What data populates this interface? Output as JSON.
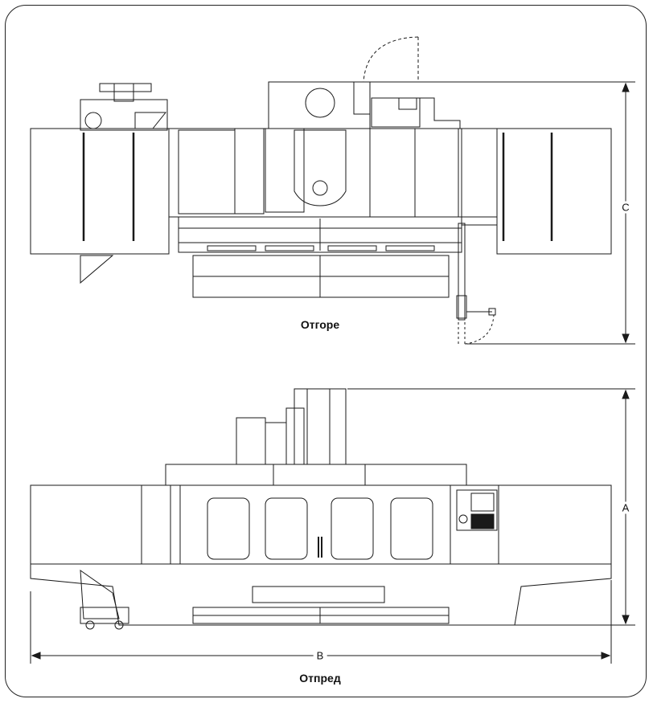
{
  "views": {
    "top": {
      "label": "Отгоре"
    },
    "front": {
      "label": "Отпред"
    }
  },
  "dimensions": {
    "a": "A",
    "b": "B",
    "c": "C"
  },
  "colors": {
    "line": "#1a1a1a",
    "background": "#ffffff"
  }
}
